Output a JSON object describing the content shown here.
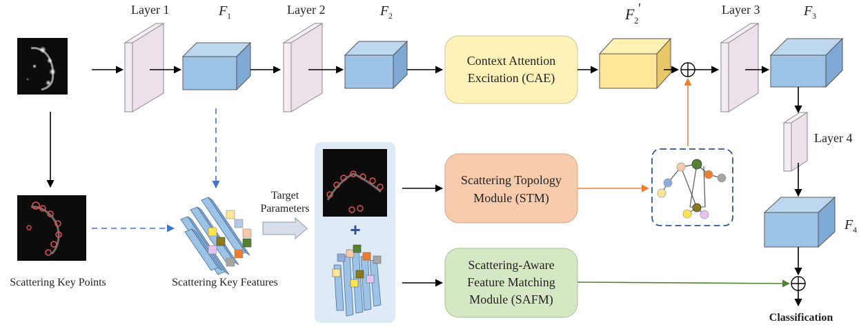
{
  "labels": {
    "layer1": "Layer 1",
    "layer2": "Layer 2",
    "layer3": "Layer 3",
    "layer4": "Layer 4",
    "f1_main": "F",
    "f1_sub": "1",
    "f2_main": "F",
    "f2_sub": "2",
    "f2p_main": "F",
    "f2p_sub": "2",
    "f2p_prime": "′",
    "f3_main": "F",
    "f3_sub": "3",
    "f4_main": "F",
    "f4_sub": "4",
    "target_line1": "Target",
    "target_line2": "Parameters",
    "scattering_key_points": "Scattering Key Points",
    "scattering_key_features": "Scattering Key Features",
    "classification": "Classification"
  },
  "modules": {
    "cae_line1": "Context Attention",
    "cae_line2": "Excitation (CAE)",
    "stm_line1": "Scattering Topology",
    "stm_line2": "Module (STM)",
    "safm_line1": "Scattering-Aware",
    "safm_line2": "Feature Matching",
    "safm_line3": "Module (SAFM)"
  },
  "symbols": {
    "plus": "+",
    "oplus_a": "⊕",
    "oplus_b": "⊕"
  },
  "colors": {
    "cube_blue": "#9dc3e6",
    "cube_yellow": "#ffe699",
    "layer_plate": "#f1e6f0",
    "cae_fill": "#fff2b8",
    "stm_fill": "#f8cbad",
    "safm_fill": "#d5e8c4",
    "panel_fill": "#deebf7",
    "arrow_orange": "#ed7d31",
    "arrow_green": "#548235",
    "arrow_dashed_blue": "#4472c4"
  }
}
